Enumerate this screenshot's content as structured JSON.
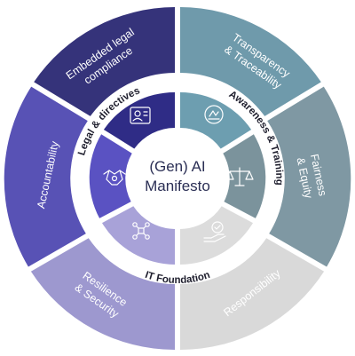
{
  "hub": {
    "line1": "(Gen) AI",
    "line2": "Manifesto"
  },
  "ring_labels": {
    "legal": "Legal & directives",
    "awareness": "Awareness & Training",
    "it": "IT Foundation"
  },
  "segments": {
    "embedded": {
      "line1": "Embedded legal",
      "line2": "compliance",
      "color": "#35337a"
    },
    "transparency": {
      "line1": "Transparency",
      "line2": "& Traceability",
      "color": "#6f9aab"
    },
    "fairness": {
      "line1": "Fairness",
      "line2": "& Equity",
      "color": "#7f98a3"
    },
    "responsibility": {
      "line1": "Responsibility",
      "color": "#d9d9d9"
    },
    "resilience": {
      "line1": "Resilience",
      "line2": "& Security",
      "color": "#9d98cf"
    },
    "accountability": {
      "line1": "Accountability",
      "color": "#5852b5"
    }
  },
  "inner_colors": {
    "legal_top": "#2f2c86",
    "legal_left": "#5a52c2",
    "awareness_top": "#6d9eb0",
    "awareness_right": "#7b939c",
    "it_left": "#a8a2d8",
    "it_right": "#dcdcdc"
  },
  "icons": [
    "id-card-icon",
    "handshake-icon",
    "stamp-icon",
    "balance-scale-icon",
    "network-icon",
    "hand-check-icon"
  ]
}
